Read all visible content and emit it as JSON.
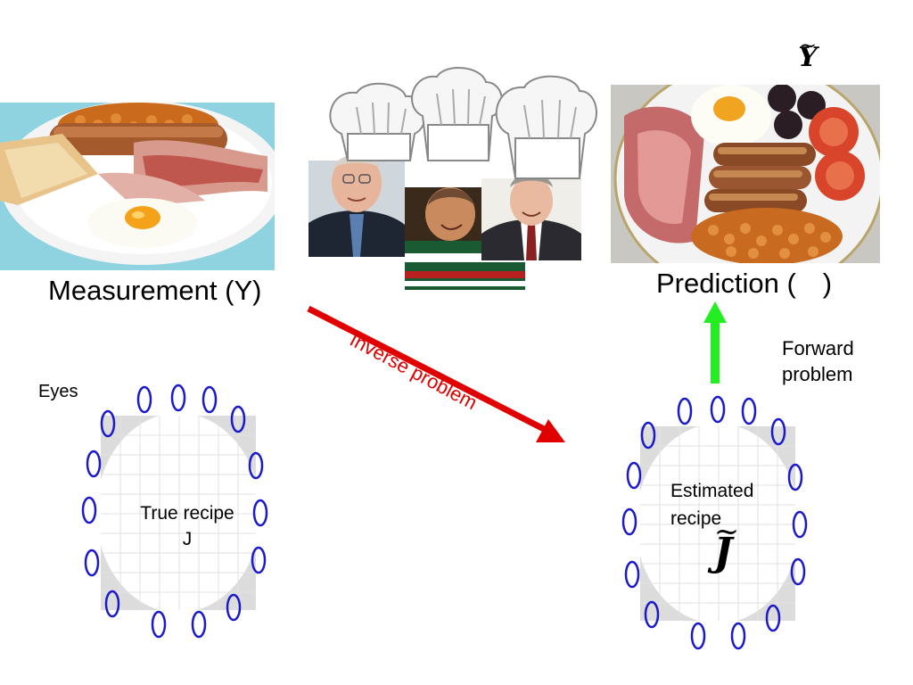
{
  "measurement": {
    "label": "Measurement (Y)"
  },
  "prediction": {
    "label_open": "Prediction (",
    "label_close": ")",
    "symbol": "Y",
    "tilde": "~"
  },
  "inverse_arrow": {
    "label": "Inverse problem",
    "color": "#e00000"
  },
  "forward_arrow": {
    "label_line1": "Forward",
    "label_line2": "problem",
    "color": "#22ee22"
  },
  "true_recipe": {
    "line1": "True recipe",
    "line2": "J",
    "eyes_label": "Eyes"
  },
  "estimated_recipe": {
    "line1": "Estimated",
    "line2": "recipe",
    "symbol": "J",
    "tilde": "~"
  },
  "colors": {
    "eye_stroke": "#1a1acc",
    "grid_fill": "#dcdcdc",
    "grid_line": "#ffffff"
  }
}
